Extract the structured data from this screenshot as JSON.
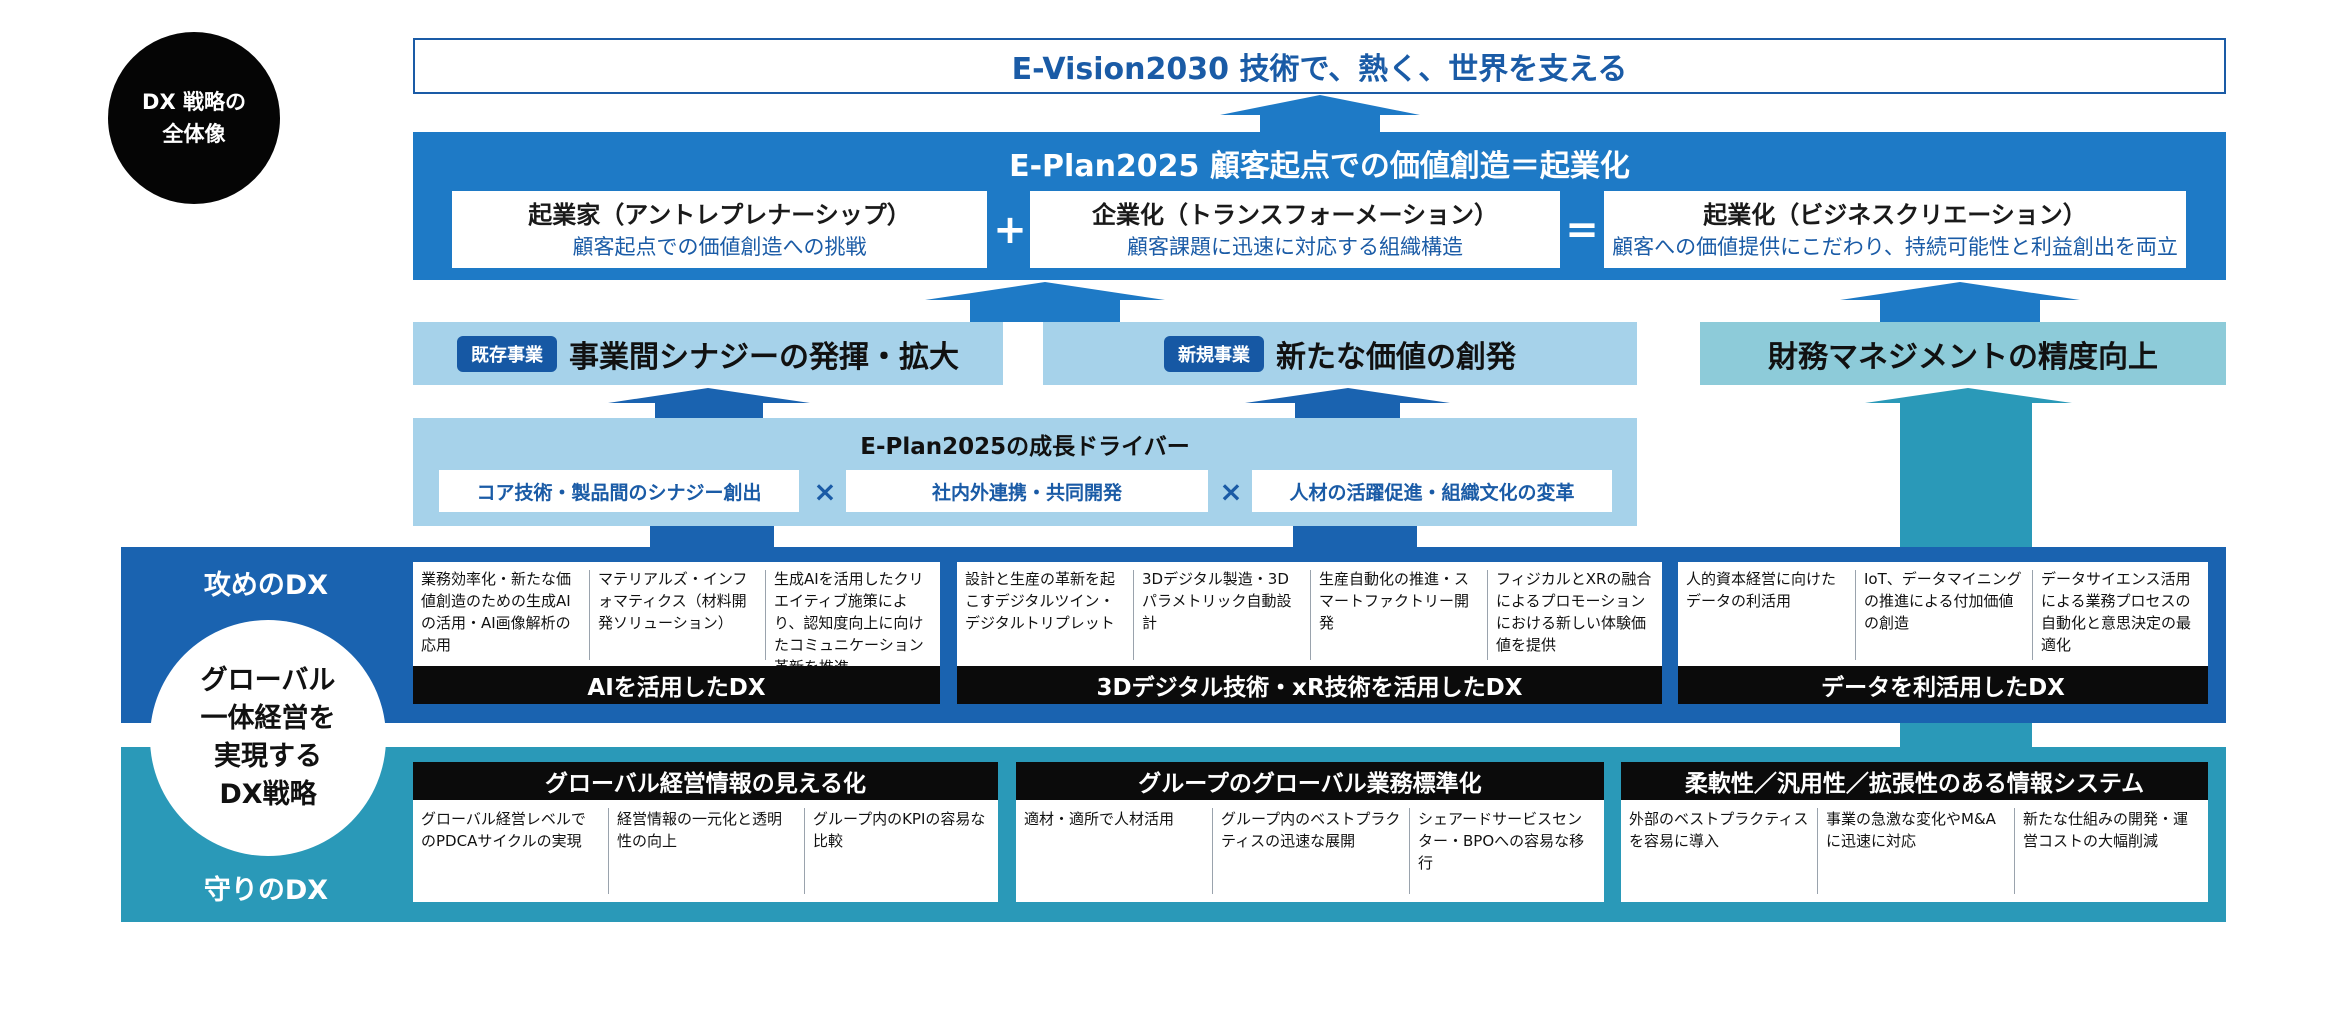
{
  "badge": {
    "line1": "DX 戦略の",
    "line2": "全体像"
  },
  "vision": {
    "title": "E-Vision2030 技術で、熱く、世界を支える"
  },
  "eplan": {
    "title": "E-Plan2025 顧客起点での価値創造＝起業化",
    "boxes": [
      {
        "title": "起業家（アントレプレナーシップ）",
        "sub": "顧客起点での価値創造への挑戦"
      },
      {
        "title": "企業化（トランスフォーメーション）",
        "sub": "顧客課題に迅速に対応する組織構造"
      },
      {
        "title": "起業化（ビジネスクリエーション）",
        "sub": "顧客への価値提供にこだわり、持続可能性と利益創出を両立"
      }
    ],
    "op_plus": "+",
    "op_eq": "="
  },
  "middle": {
    "existing": {
      "tag": "既存事業",
      "text": "事業間シナジーの発揮・拡大"
    },
    "new": {
      "tag": "新規事業",
      "text": "新たな価値の創発"
    },
    "finance": {
      "text": "財務マネジメントの精度向上"
    }
  },
  "drivers": {
    "title": "E-Plan2025の成長ドライバー",
    "items": [
      "コア技術・製品間のシナジー創出",
      "社内外連携・共同開発",
      "人材の活躍促進・組織文化の変革"
    ],
    "op": "×"
  },
  "offense": {
    "label": "攻めのDX",
    "groups": [
      {
        "title": "AIを活用したDX",
        "cells": [
          "業務効率化・新たな価値創造のための生成AIの活用・AI画像解析の応用",
          "マテリアルズ・インフォマティクス（材料開発ソリューション）",
          "生成AIを活用したクリエイティブ施策により、認知度向上に向けたコミュニケーション革新を推進"
        ]
      },
      {
        "title": "3Dデジタル技術・xR技術を活用したDX",
        "cells": [
          "設計と生産の革新を起こすデジタルツイン・デジタルトリプレット",
          "3Dデジタル製造・3Dパラメトリック自動設計",
          "生産自動化の推進・スマートファクトリー開発",
          "フィジカルとXRの融合によるプロモーションにおける新しい体験価値を提供"
        ]
      },
      {
        "title": "データを利活用したDX",
        "cells": [
          "人的資本経営に向けたデータの利活用",
          "IoT、データマイニングの推進による付加価値の創造",
          "データサイエンス活用による業務プロセスの自動化と意思決定の最適化"
        ]
      }
    ]
  },
  "center": {
    "line1": "グローバル",
    "line2": "一体経営を",
    "line3": "実現する",
    "line4": "DX戦略"
  },
  "defense": {
    "label": "守りのDX",
    "groups": [
      {
        "title": "グローバル経営情報の見える化",
        "cells": [
          "グローバル経営レベルでのPDCAサイクルの実現",
          "経営情報の一元化と透明性の向上",
          "グループ内のKPIの容易な比較"
        ]
      },
      {
        "title": "グループのグローバル業務標準化",
        "cells": [
          "適材・適所で人材活用",
          "グループ内のベストプラクティスの迅速な展開",
          "シェアードサービスセンター・BPOへの容易な移行"
        ]
      },
      {
        "title": "柔軟性／汎用性／拡張性のある情報システム",
        "cells": [
          "外部のベストプラクティスを容易に導入",
          "事業の急激な変化やM&Aに迅速に対応",
          "新たな仕組みの開発・運営コストの大幅削減"
        ]
      }
    ]
  },
  "colors": {
    "dark_blue": "#1a5ba6",
    "mid_blue": "#1e7ac6",
    "light_blue": "#a6d2ea",
    "teal_light": "#8dcbd9",
    "offense_band": "#1a63b0",
    "defense_band": "#2a99b8"
  }
}
